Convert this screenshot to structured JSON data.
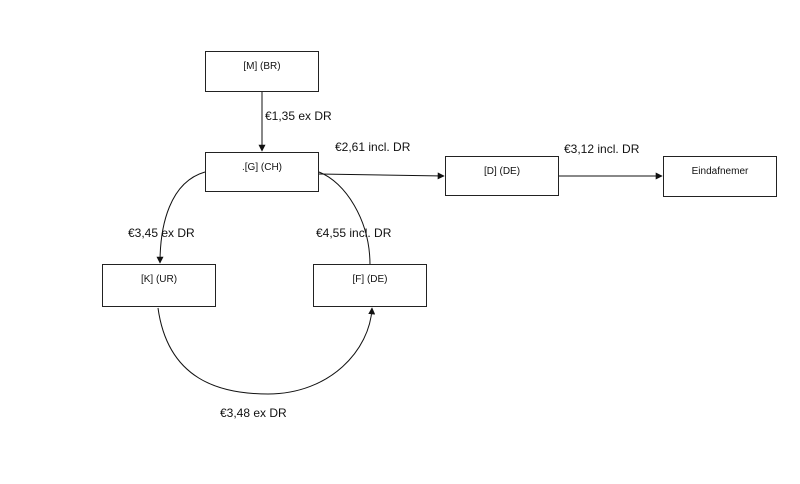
{
  "diagram": {
    "nodes": [
      {
        "id": "M",
        "label": "[M] (BR)"
      },
      {
        "id": "G",
        "label": ".[G] (CH)"
      },
      {
        "id": "D",
        "label": "[D] (DE)"
      },
      {
        "id": "E",
        "label": "Eindafnemer"
      },
      {
        "id": "K",
        "label": "[K] (UR)"
      },
      {
        "id": "F",
        "label": "[F] (DE)"
      }
    ],
    "edges": [
      {
        "from": "M",
        "to": "G",
        "label": "€1,35 ex DR"
      },
      {
        "from": "G",
        "to": "D",
        "label": "€2,61 incl. DR"
      },
      {
        "from": "D",
        "to": "E",
        "label": "€3,12 incl. DR"
      },
      {
        "from": "G",
        "to": "K",
        "label": "€3,45 ex DR"
      },
      {
        "from": "F",
        "to": "G",
        "label": "€4,55 incl. DR"
      },
      {
        "from": "K",
        "to": "F",
        "label": "€3,48 ex DR"
      }
    ]
  }
}
